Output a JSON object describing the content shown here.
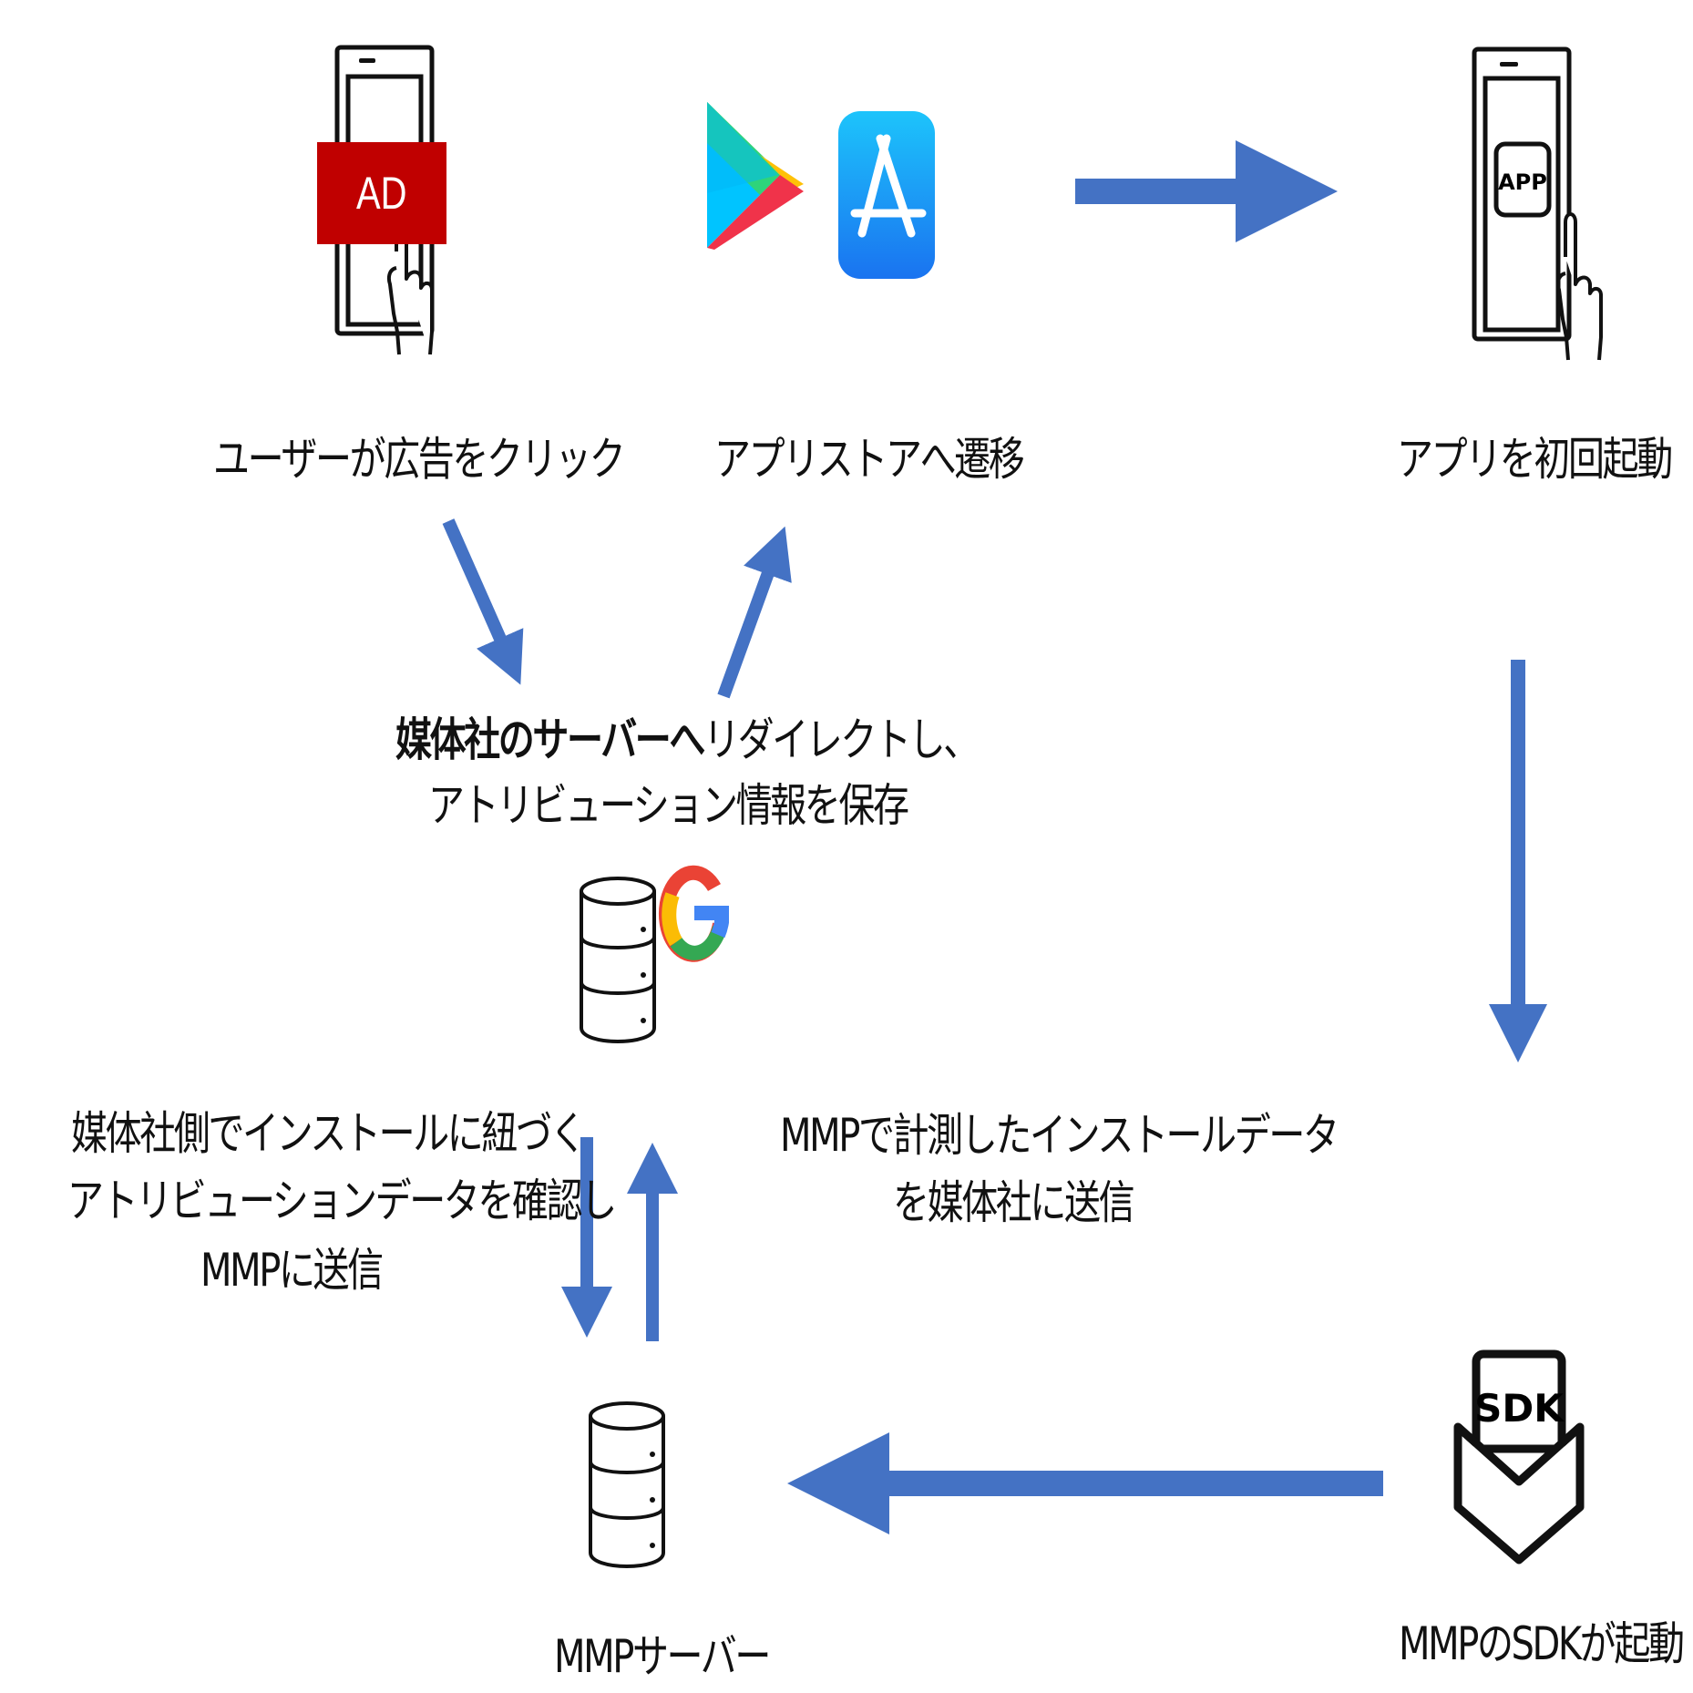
{
  "diagram": {
    "ad_badge": "AD",
    "app_badge": "APP",
    "sdk_badge": "SDK",
    "labels": {
      "click_ad": "ユーザーが広告をクリック",
      "to_store": "アプリストアへ遷移",
      "first_launch": "アプリを初回起動",
      "redirect_bold": "媒体社のサーバーへ",
      "redirect_rest": "リダイレクトし、",
      "redirect_line2": "アトリビューション情報を保存",
      "media_confirm_line1": "媒体社側でインストールに紐づく",
      "media_confirm_line2": "アトリビューションデータを確認し",
      "media_confirm_line3": "MMPに送信",
      "mmp_send_line1": "MMPで計測したインストールデータ",
      "mmp_send_line2": "を媒体社に送信",
      "mmp_server": "MMPサーバー",
      "sdk_launch": "MMPのSDKが起動"
    },
    "colors": {
      "arrow": "#4472C4",
      "ad_red": "#C00000",
      "appstore_blue": "#1C8DF5",
      "google_blue": "#4285F4",
      "google_red": "#EA4335",
      "google_yellow": "#FBBC05",
      "google_green": "#34A853"
    }
  }
}
